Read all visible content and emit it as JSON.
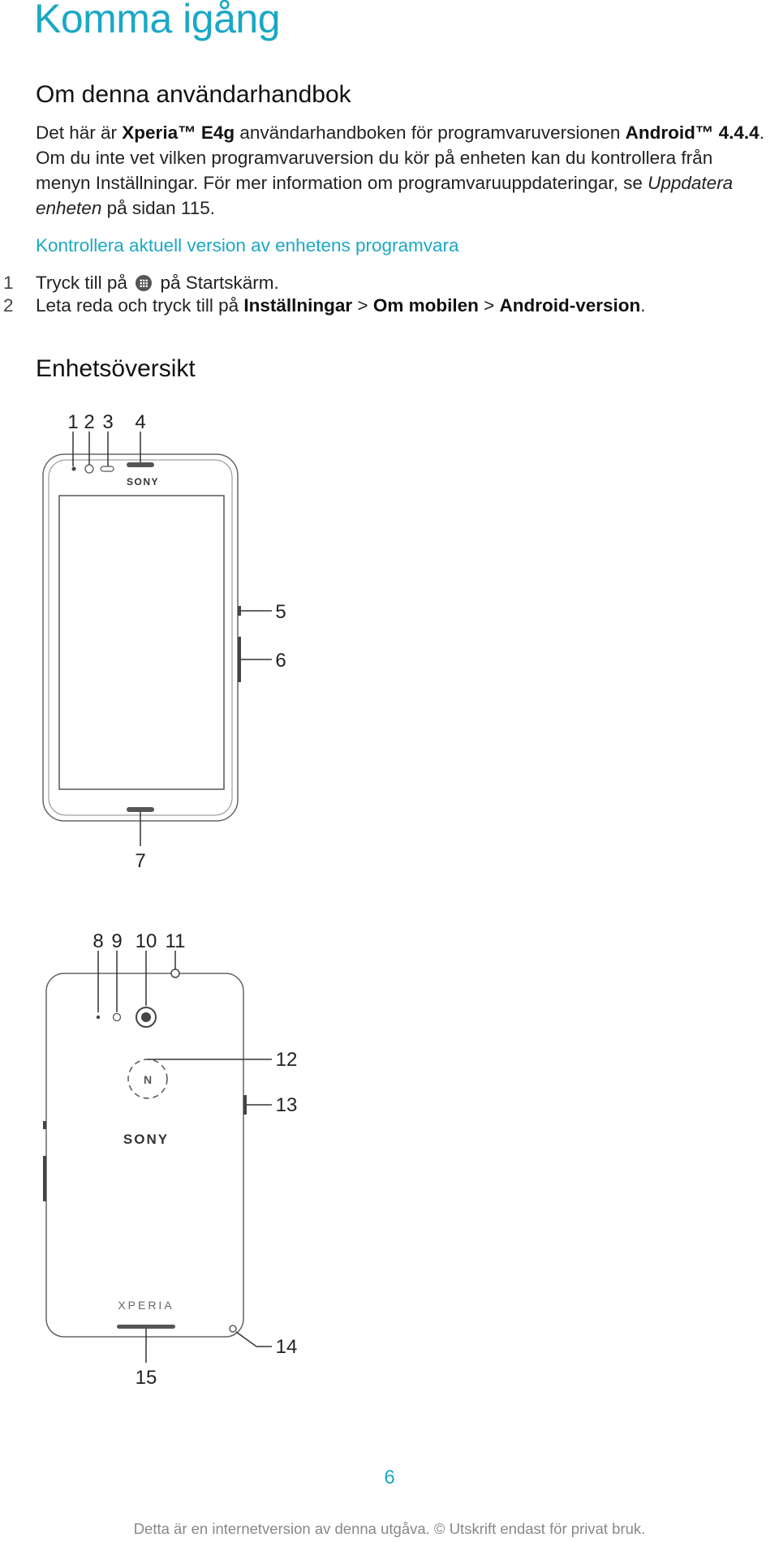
{
  "chapter_title": "Komma igång",
  "section_about": {
    "heading": "Om denna användarhandbok",
    "p_1": "Det här är ",
    "b_1": "Xperia™ E4g",
    "p_2": " användarhandboken för programvaruversionen ",
    "b_2": "Android™ 4.4.4",
    "p_3": ". Om du inte vet vilken programvaruversion du kör på enheten kan du kontrollera från menyn Inställningar. För mer information om programvaruuppdateringar, se ",
    "i_1": "Uppdatera enheten",
    "p_4": " på sidan 115."
  },
  "howto": {
    "title": "Kontrollera aktuell version av enhetens programvara",
    "steps": [
      {
        "num": "1",
        "pre": "Tryck till på ",
        "icon": "apps-grid-icon",
        "post": " på Startskärm."
      },
      {
        "num": "2",
        "pre": "Leta reda och tryck till på ",
        "b1": "Inställningar",
        "sep1": " > ",
        "b2": "Om mobilen",
        "sep2": " > ",
        "b3": "Android-version",
        "end": "."
      }
    ]
  },
  "section_overview": {
    "heading": "Enhetsöversikt"
  },
  "front_view": {
    "brand": "SONY",
    "callouts": [
      "1",
      "2",
      "3",
      "4",
      "5",
      "6",
      "7"
    ]
  },
  "back_view": {
    "brand": "SONY",
    "model_logo": "XPERIA",
    "callouts": [
      "8",
      "9",
      "10",
      "11",
      "12",
      "13",
      "14",
      "15"
    ]
  },
  "page_number": "6",
  "footer": "Detta är en internetversion av denna utgåva. © Utskrift endast för privat bruk."
}
